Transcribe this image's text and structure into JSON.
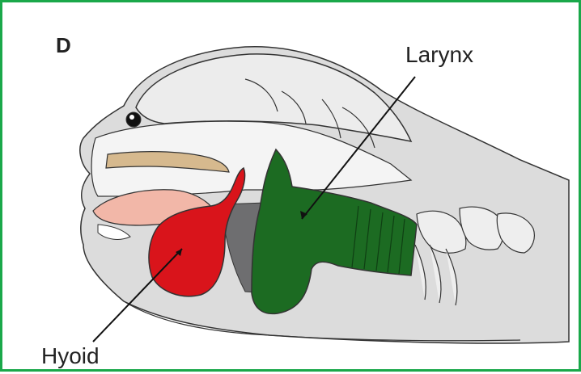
{
  "panel_label": "D",
  "labels": {
    "larynx": "Larynx",
    "hyoid": "Hyoid"
  },
  "colors": {
    "frame": "#1aa84a",
    "larynx": "#1c6b22",
    "hyoid": "#d9141b",
    "tongue": "#f2b7a8",
    "palate": "#d6b98e",
    "shadow": "#6e6e70",
    "tissue": "#dcdcdc",
    "outline": "#333333"
  }
}
